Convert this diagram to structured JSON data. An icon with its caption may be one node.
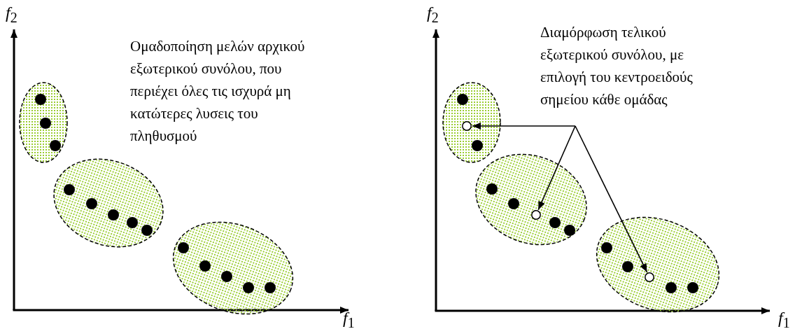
{
  "diagram": {
    "nodes": [
      {
        "text": [
          "Διαμόρφωση τελικού εξωτερικού συνόλου, με επιλογή του κεντροειδούς σημείου κάθε ομάδας"
        ]
      },
      {
        "text": [],
        "shape": "circle"
      },
      {
        "text": [],
        "shape": "circle"
      },
      {
        "text": [],
        "shape": "circle"
      }
    ],
    "edges": [
      {
        "from": 0,
        "to": 1,
        "arrow": "to"
      },
      {
        "from": 0,
        "to": 2,
        "arrow": "to"
      },
      {
        "from": 0,
        "to": 3,
        "arrow": "to"
      }
    ],
    "labels": [
      "*f*$_{2}$",
      "*f*$_{2}$",
      "Ομαδοποίηση μελών αρχικού εξωτερικού συνόλου, που περιέχει όλες τις ισχυρά μη κατώτερες λυσεις του πληθυσμού",
      "*f*$_{1}$",
      "*f*$_{1}$"
    ]
  }
}
